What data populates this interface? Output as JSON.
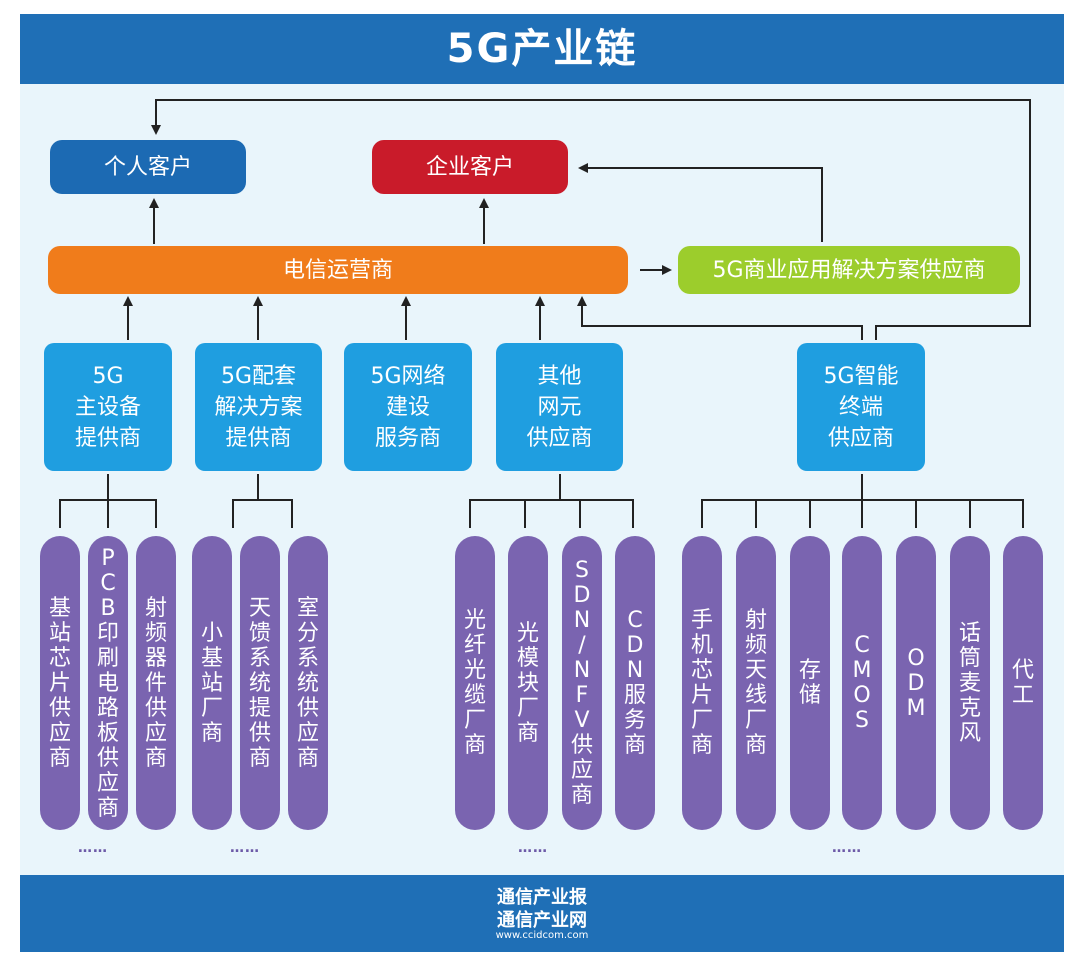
{
  "title": "5G产业链",
  "customers": {
    "personal": "个人客户",
    "enterprise": "企业客户"
  },
  "operator": "电信运营商",
  "solution_provider": "5G商业应用解决方案供应商",
  "providers": [
    {
      "lines": [
        "5G",
        "主设备",
        "提供商"
      ]
    },
    {
      "lines": [
        "5G配套",
        "解决方案",
        "提供商"
      ]
    },
    {
      "lines": [
        "5G网络",
        "建设",
        "服务商"
      ]
    },
    {
      "lines": [
        "其他",
        "网元",
        "供应商"
      ]
    },
    {
      "lines": [
        "5G智能",
        "终端",
        "供应商"
      ]
    }
  ],
  "suppliers": [
    "基站芯片供应商",
    "PCB印刷电路板供应商",
    "射频器件供应商",
    "小基站厂商",
    "天馈系统提供商",
    "室分系统供应商",
    "光纤光缆厂商",
    "光模块厂商",
    "SDN/NFV供应商",
    "CDN服务商",
    "手机芯片厂商",
    "射频天线厂商",
    "存储",
    "CMOS",
    "ODM",
    "话筒麦克风",
    "代工"
  ],
  "ellipsis": "……",
  "footer": {
    "line1": "通信产业报",
    "line2": "通信产业网",
    "url": "www.ccidcom.com"
  },
  "colors": {
    "header_blue": "#1f6fb6",
    "personal": "#1c6ab3",
    "enterprise": "#c91b2a",
    "operator": "#f07c1b",
    "solution": "#9ccd2c",
    "provider": "#1f9ee0",
    "supplier": "#7a64b0"
  }
}
